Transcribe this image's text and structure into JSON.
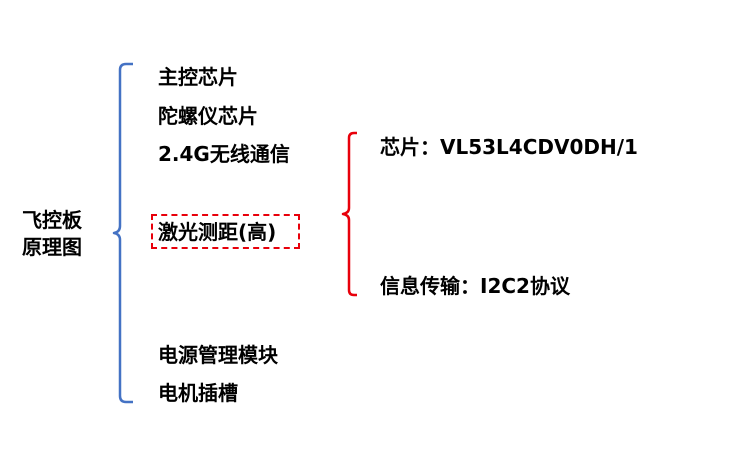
{
  "root": {
    "line1": "飞控板",
    "line2": "原理图"
  },
  "items": [
    {
      "label": "主控芯片"
    },
    {
      "label": "陀螺仪芯片"
    },
    {
      "label": "2.4G无线通信"
    },
    {
      "label": "激光测距(高)"
    },
    {
      "label": "电源管理模块"
    },
    {
      "label": "电机插槽"
    }
  ],
  "laser_details": [
    {
      "label": "芯片：VL53L4CDV0DH/1"
    },
    {
      "label": "信息传输：I2C2协议"
    }
  ],
  "colors": {
    "main_bracket": "#4472c4",
    "sub_bracket": "#e8000b",
    "highlight_border": "#e8000b",
    "text": "#000000"
  }
}
